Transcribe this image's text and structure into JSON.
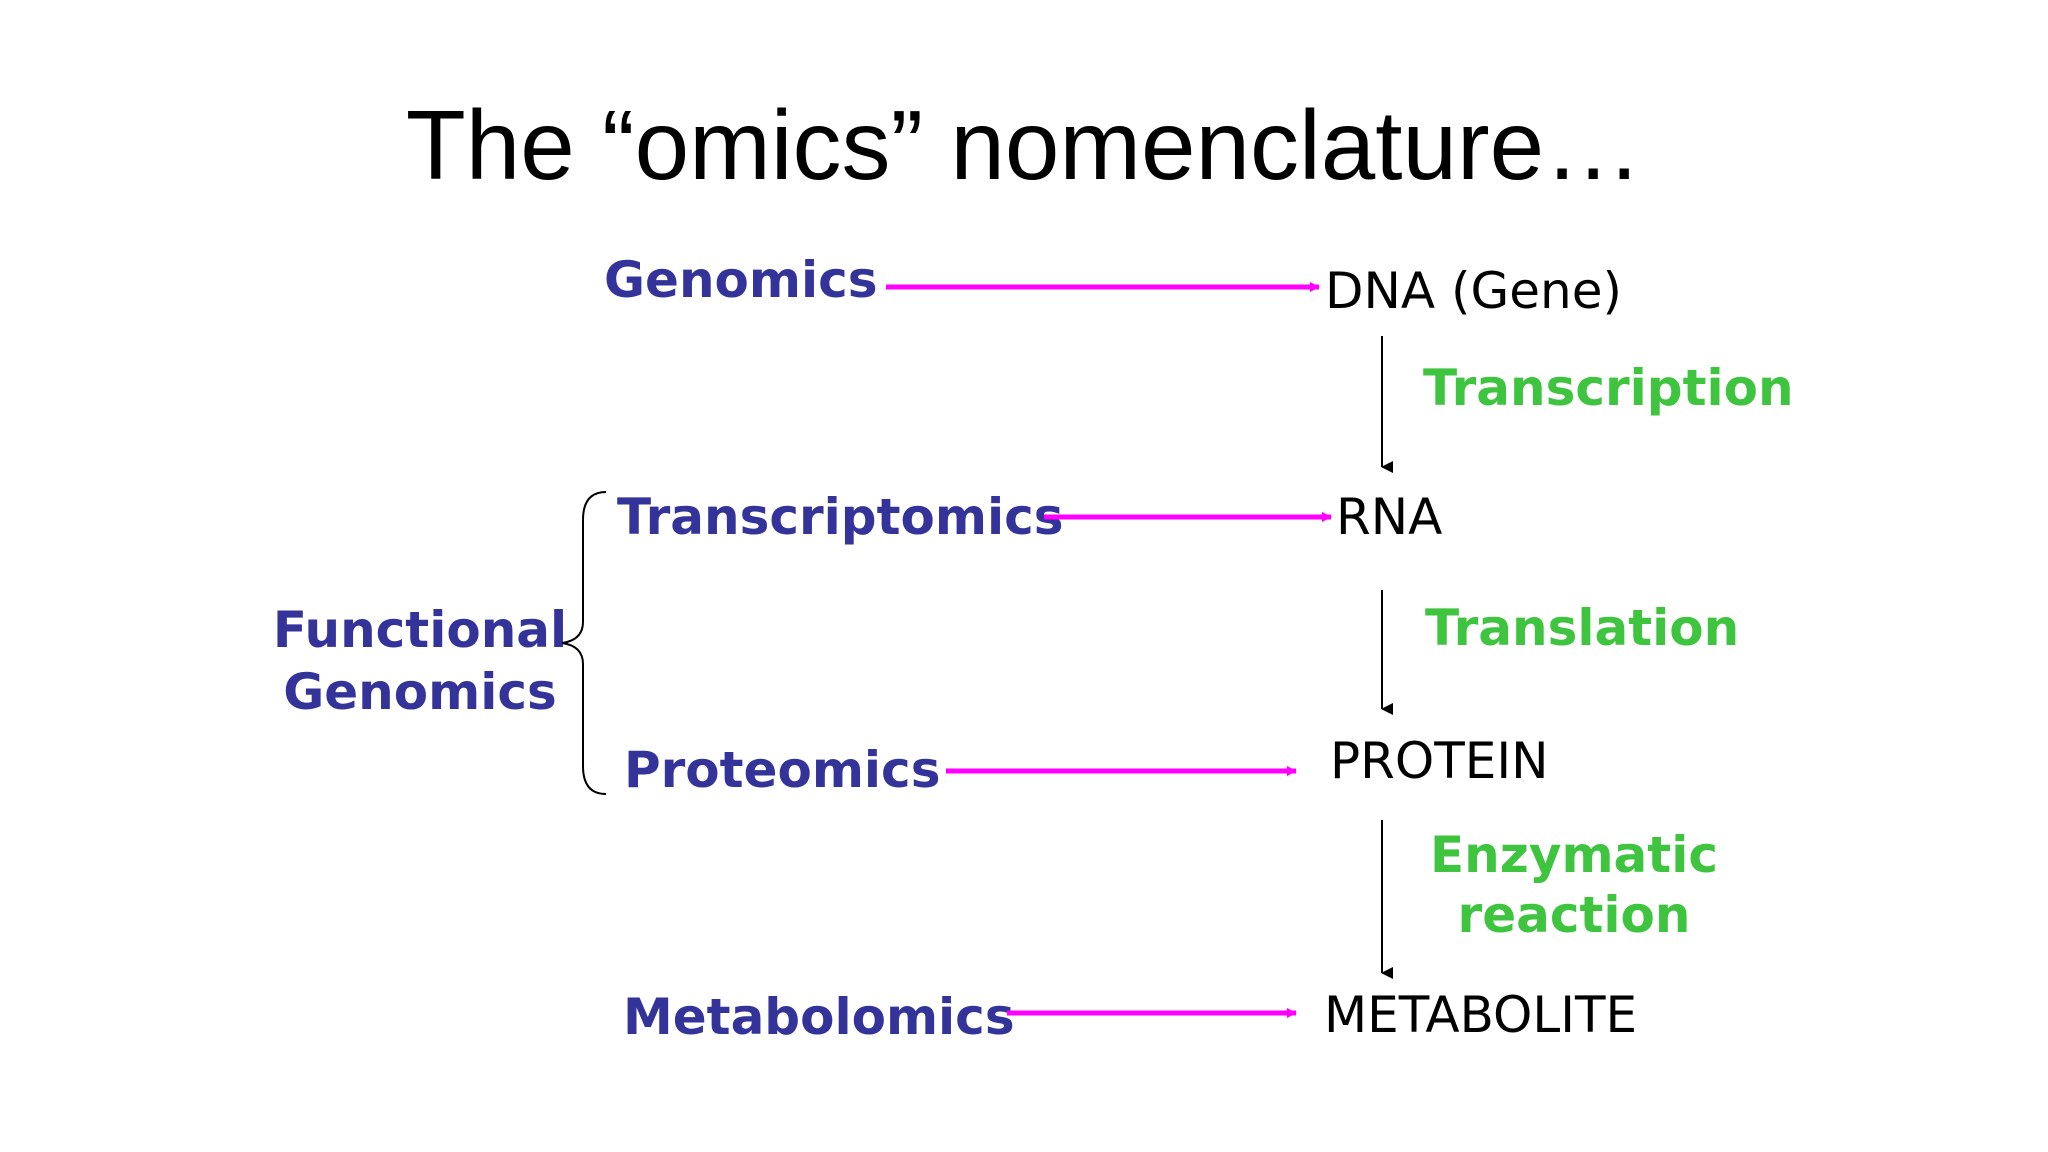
{
  "title": "The “omics” nomenclature…",
  "omics": {
    "genomics": "Genomics",
    "transcriptomics": "Transcriptomics",
    "proteomics": "Proteomics",
    "metabolomics": "Metabolomics"
  },
  "group": {
    "line1": "Functional",
    "line2": "Genomics"
  },
  "molecules": {
    "dna": "DNA (Gene)",
    "rna": "RNA",
    "protein": "PROTEIN",
    "metabolite": "METABOLITE"
  },
  "processes": {
    "transcription": "Transcription",
    "translation": "Translation",
    "enzymatic_line1": "Enzymatic",
    "enzymatic_line2": "reaction"
  },
  "colors": {
    "omics_text": "#33339a",
    "process_text": "#3ec43e",
    "omics_arrow": "#ff00ff",
    "flow_arrow": "#000000",
    "brace": "#000000"
  }
}
